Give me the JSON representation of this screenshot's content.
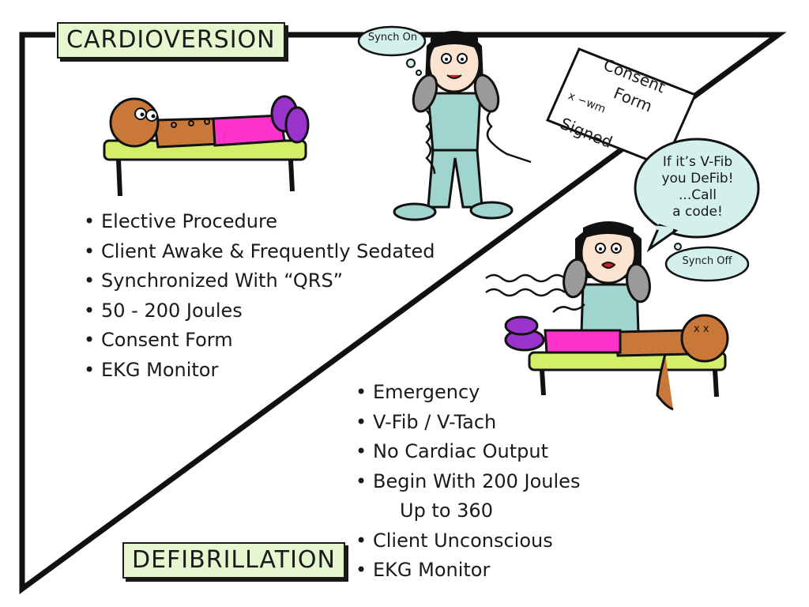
{
  "cardioversion": {
    "title": "CARDIOVERSION",
    "bullets": [
      "Elective Procedure",
      "Client Awake & Frequently Sedated",
      "Synchronized With “QRS”",
      "50 - 200 Joules",
      "Consent Form",
      "EKG Monitor"
    ],
    "thought_bubble": "Synch On",
    "consent_form": {
      "line1": "Consent",
      "line2": "Form",
      "signature_mark": "x ∽wm",
      "line3": "Signed"
    }
  },
  "defibrillation": {
    "title": "DEFIBRILLATION",
    "bullets": [
      "Emergency",
      "V-Fib / V-Tach",
      "No Cardiac Output",
      "Begin With 200 Joules",
      "Client Unconscious",
      "EKG Monitor"
    ],
    "bullet_sub": "Up to 360",
    "speech_bubble": {
      "line1": "If it’s V-Fib",
      "line2": "you DeFib!",
      "line3": "...Call",
      "line4": "a code!"
    },
    "thought_bubble": "Synch Off"
  },
  "colors": {
    "title_bg": "#e6f7d0",
    "bubble_bg": "#d4f0ec",
    "scrubs": "#9fd4cf",
    "table_top": "#d5ee6a",
    "skin": "#c9783a",
    "pants": "#ff33cc",
    "shoes": "#9933cc",
    "paddle": "#9a9a9a"
  },
  "icons": [
    "nurse-icon",
    "patient-icon",
    "paddle-icon",
    "consent-form-icon",
    "thought-bubble-icon",
    "speech-bubble-icon"
  ]
}
